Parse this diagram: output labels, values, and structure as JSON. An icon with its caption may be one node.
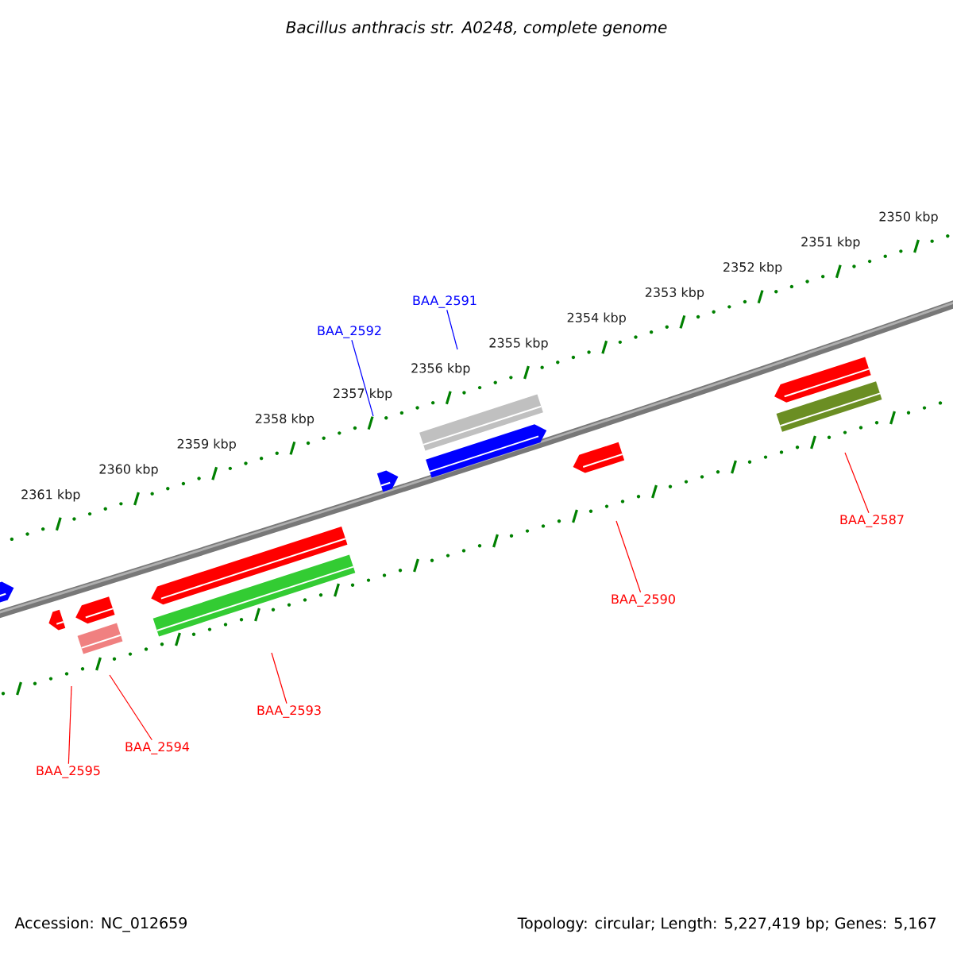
{
  "diagram": {
    "title": "Bacillus anthracis str. A0248, complete genome",
    "nodes": [
      {
        "text": [
          "BAA_2591"
        ]
      },
      {
        "text": [
          "BAA_2592"
        ]
      },
      {
        "text": [
          "BAA_2587"
        ]
      },
      {
        "text": [
          "BAA_2590"
        ]
      },
      {
        "text": [
          "BAA_2593"
        ]
      },
      {
        "text": [
          "BAA_2594"
        ]
      },
      {
        "text": [
          "BAA_2595"
        ]
      }
    ],
    "edges": [
      {
        "from": 0,
        "to": null,
        "arrow": "none",
        "color": "#0000ff"
      },
      {
        "from": 1,
        "to": null,
        "arrow": "none",
        "color": "#0000ff"
      },
      {
        "from": 2,
        "to": null,
        "arrow": "none"
      },
      {
        "from": 3,
        "to": null,
        "arrow": "none"
      },
      {
        "from": 4,
        "to": null,
        "arrow": "none"
      },
      {
        "from": 5,
        "to": null,
        "arrow": "none"
      },
      {
        "from": 6,
        "to": null,
        "arrow": "none"
      }
    ],
    "labels": [
      "2350 kbp",
      "2351 kbp",
      "2352 kbp",
      "2353 kbp",
      "2354 kbp",
      "2355 kbp",
      "2356 kbp",
      "2357 kbp",
      "2358 kbp",
      "2359 kbp",
      "2360 kbp",
      "2361 kbp",
      "Accession: NC_012659",
      "Topology: circular; Length: 5,227,419 bp; Genes: 5,167"
    ]
  }
}
